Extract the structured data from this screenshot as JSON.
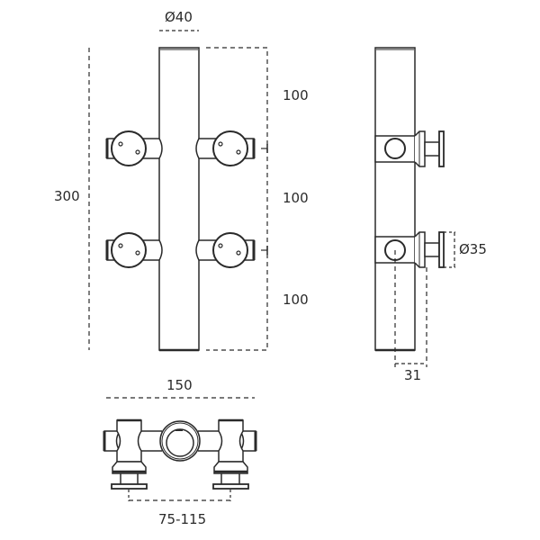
{
  "drawing": {
    "views": [
      "front-view",
      "side-view",
      "top-view"
    ],
    "line_color": "#2a2a2a",
    "background": "#ffffff"
  },
  "dimensions": {
    "post_diameter": "Ø40",
    "overall_height": "300",
    "spacing_top": "100",
    "spacing_middle": "100",
    "spacing_bottom": "100",
    "clamp_diameter": "Ø35",
    "clamp_offset": "31",
    "overall_width": "150",
    "glass_gap_range": "75-115"
  }
}
